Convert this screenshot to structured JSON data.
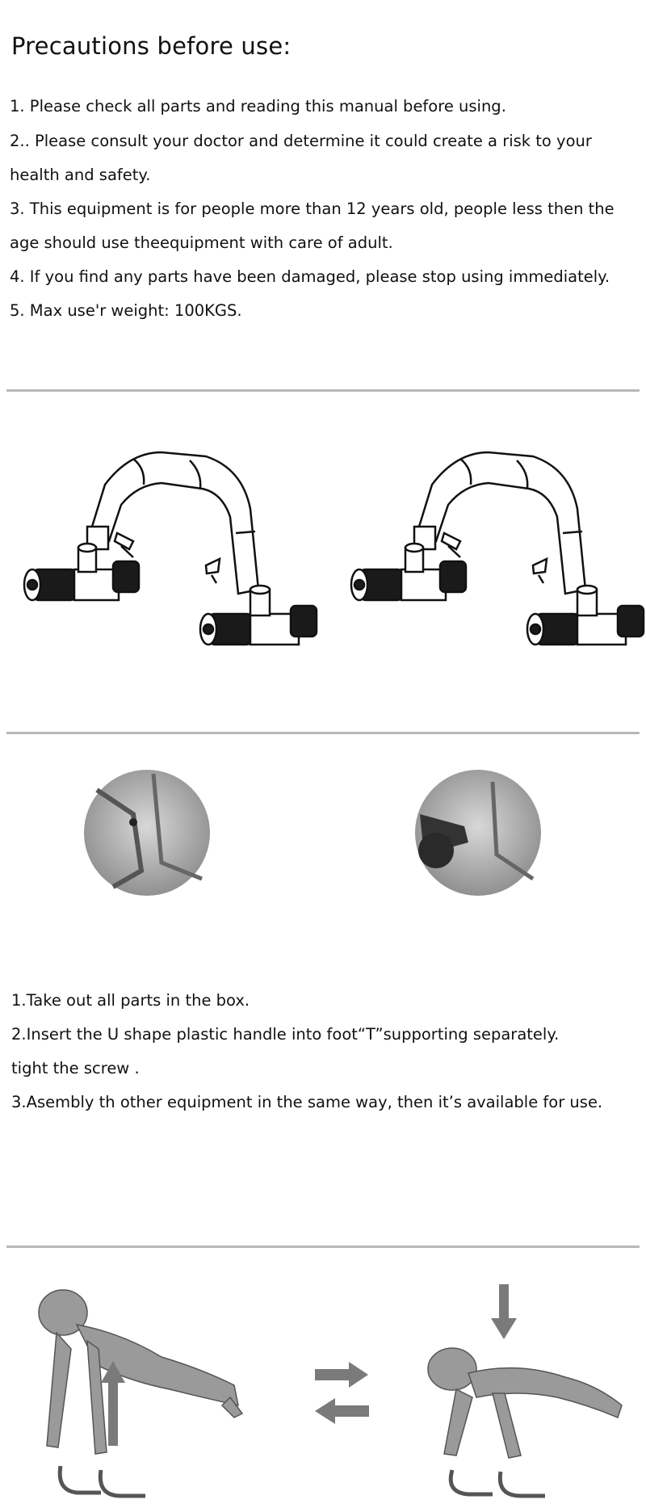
{
  "precautions": {
    "title": "Precautions before use:",
    "lines": [
      "1. Please check all parts and reading this manual before using.",
      "2.. Please consult your doctor and determine it could create a risk to your",
      "health and safety.",
      "3. This equipment is for people more than 12 years old, people less then the",
      "age should use theequipment with care of adult.",
      "4. If you find any parts have been damaged, please stop using immediately.",
      "5. Max use'r weight: 100KGS."
    ]
  },
  "assembly": {
    "steps": [
      "1.Take out all parts in the box.",
      "2.Insert the U shape plastic handle into foot“T”supporting separately.",
      "tight the screw .",
      "3.Asembly th other equipment in the same way, then it’s available for use."
    ]
  },
  "illustrations": {
    "parts_diagram_icon": "pushup-bar-parts-icon",
    "closeup_icon": "screw-closeup-icon",
    "exercise_icon": "pushup-figure-icon",
    "arrow_color": "#7a7a7a",
    "rule_color": "#b8b8b8"
  }
}
